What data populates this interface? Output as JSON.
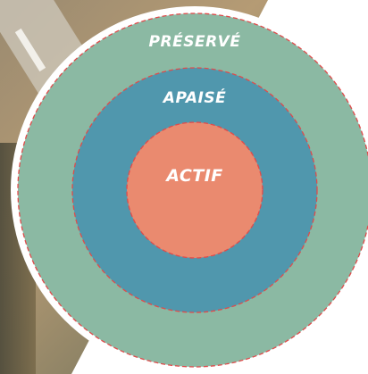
{
  "diagram": {
    "zones": {
      "outer": {
        "label": "PRÉSERVÉ",
        "color": "#8bb9a3"
      },
      "middle": {
        "label": "APAISÉ",
        "color": "#5097ad"
      },
      "inner": {
        "label": "ACTIF",
        "color": "#ea8a6f"
      }
    },
    "border_color": "#e04b4b"
  }
}
